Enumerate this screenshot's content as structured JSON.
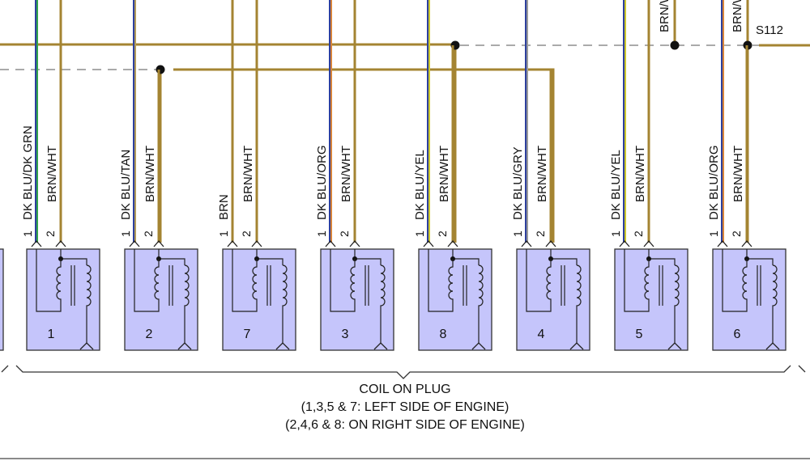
{
  "wire_colors": {
    "blue": "#2c3f9e",
    "green": "#33a34a",
    "brown": "#a48432",
    "tan": "#b19a5a",
    "orange": "#d8843a",
    "yellow": "#ccc62c",
    "gray": "#9a9a9a",
    "coil_fill": "#c5c5fb",
    "coil_stroke": "#333333"
  },
  "splice": {
    "label": "S112",
    "upper_labels": [
      "BRN/WHT",
      "BRN/WHT"
    ]
  },
  "pins": {
    "pin1": "1",
    "pin2": "2"
  },
  "coils": [
    {
      "number": "1",
      "wire1": "DK BLU/DK GRN",
      "wire2": "BRN/WHT",
      "stripe": "green"
    },
    {
      "number": "2",
      "wire1": "DK BLU/TAN",
      "wire2": "BRN/WHT",
      "stripe": "tan"
    },
    {
      "number": "7",
      "wire1": "BRN",
      "wire2": "BRN/WHT",
      "stripe": "brown"
    },
    {
      "number": "3",
      "wire1": "DK BLU/ORG",
      "wire2": "BRN/WHT",
      "stripe": "orange"
    },
    {
      "number": "8",
      "wire1": "DK BLU/YEL",
      "wire2": "BRN/WHT",
      "stripe": "yellow"
    },
    {
      "number": "4",
      "wire1": "DK BLU/GRY",
      "wire2": "BRN/WHT",
      "stripe": "gray"
    },
    {
      "number": "5",
      "wire1": "DK BLU/YEL",
      "wire2": "BRN/WHT",
      "stripe": "yellow"
    },
    {
      "number": "6",
      "wire1": "DK BLU/ORG",
      "wire2": "BRN/WHT",
      "stripe": "orange"
    }
  ],
  "caption": {
    "line1": "COIL ON PLUG",
    "line2": "(1,3,5 & 7: LEFT SIDE OF ENGINE)",
    "line3": "(2,4,6 & 8: ON RIGHT SIDE OF ENGINE)"
  }
}
